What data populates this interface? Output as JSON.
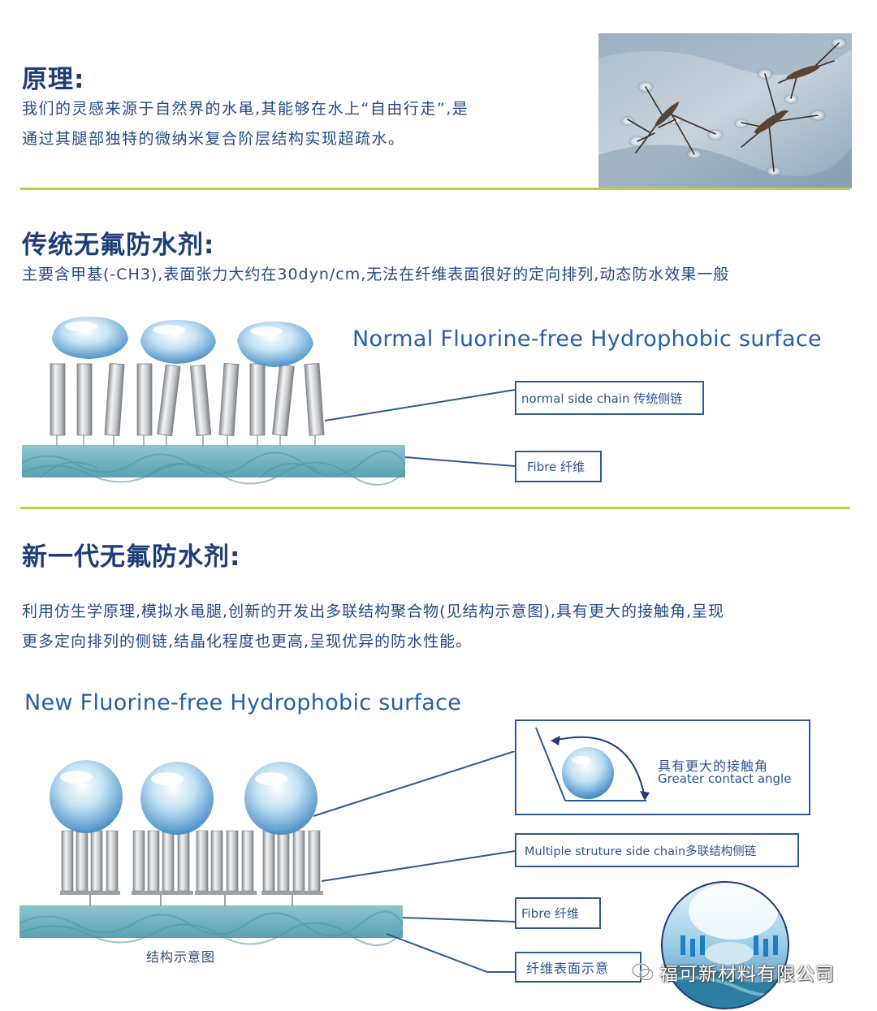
{
  "section1": {
    "title": "原理:",
    "body_line1": "我们的灵感来源于自然界的水黾,其能够在水上“自由行走”,是",
    "body_line2": "通过其腿部独特的微纳米复合阶层结构实现超疏水。"
  },
  "section2": {
    "title": "传统无氟防水剂:",
    "body": "主要含甲基(-CH3),表面张力大约在30dyn/cm,无法在纤维表面很好的定向排列,动态防水效果一般",
    "diagram_title": "Normal Fluorine-free Hydrophobic surface",
    "label_side_chain": "normal side chain  传统侧链",
    "label_fibre": "Fibre  纤维"
  },
  "section3": {
    "title": "新一代无氟防水剂:",
    "body_line1": "利用仿生学原理,模拟水黾腿,创新的开发出多联结构聚合物(见结构示意图),具有更大的接触角,呈现",
    "body_line2": "更多定向排列的侧链,结晶化程度也更高,呈现优异的防水性能。",
    "diagram_title": "New Fluorine-free Hydrophobic surface",
    "contact_angle_cn": "具有更大的接触角",
    "contact_angle_en": "Greater contact angle",
    "label_multi_chain": "Multiple struture side chain多联结构侧链",
    "label_fibre": "Fibre   纤维",
    "label_fibre_surface": "纤维表面示意",
    "caption": "结构示意图"
  },
  "watermark": "福可新材料有限公司",
  "colors": {
    "heading": "#1e3d78",
    "rule": "#b7d342",
    "english_title": "#2560a8",
    "fibre": "#6fb2bf",
    "box_border": "#2e5a94"
  }
}
